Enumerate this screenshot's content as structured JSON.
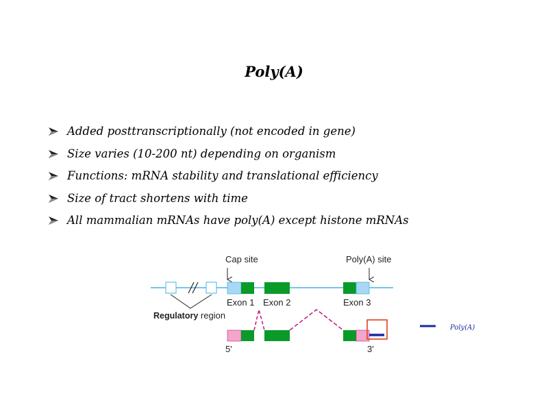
{
  "slide": {
    "title": "Poly(A)",
    "bullets": [
      "Added posttranscriptionally (not encoded in gene)",
      "Size varies (10-200 nt) depending on organism",
      "Functions: mRNA stability and translational efficiency",
      "Size of tract shortens with time",
      "All mammalian mRNAs have poly(A) except histone mRNAs"
    ]
  },
  "diagram": {
    "cap_site_label": "Cap site",
    "polya_site_label": "Poly(A) site",
    "exon1_label": "Exon 1",
    "exon2_label": "Exon 2",
    "exon3_label": "Exon 3",
    "regulatory_label_bold": "Regulatory",
    "regulatory_label_rest": " region",
    "five_prime": "5'",
    "three_prime": "3'",
    "legend_label": "Poly(A)"
  },
  "colors": {
    "exon_green": "#0a9a2a",
    "utr_blue": "#a8d8f4",
    "utr_pink": "#f2a6cc",
    "dna_line": "#46b4e4",
    "splice_dash": "#c4227e",
    "polya_tail": "#1a2aa0",
    "highlight_box": "#e0401c"
  }
}
